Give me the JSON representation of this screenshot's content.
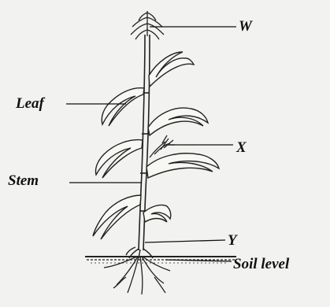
{
  "labels": {
    "w": "W",
    "leaf": "Leaf",
    "x": "X",
    "stem": "Stem",
    "y": "Y",
    "soil_level": "Soil level"
  },
  "colors": {
    "background": "#f2f2f0",
    "ink": "#111111"
  }
}
